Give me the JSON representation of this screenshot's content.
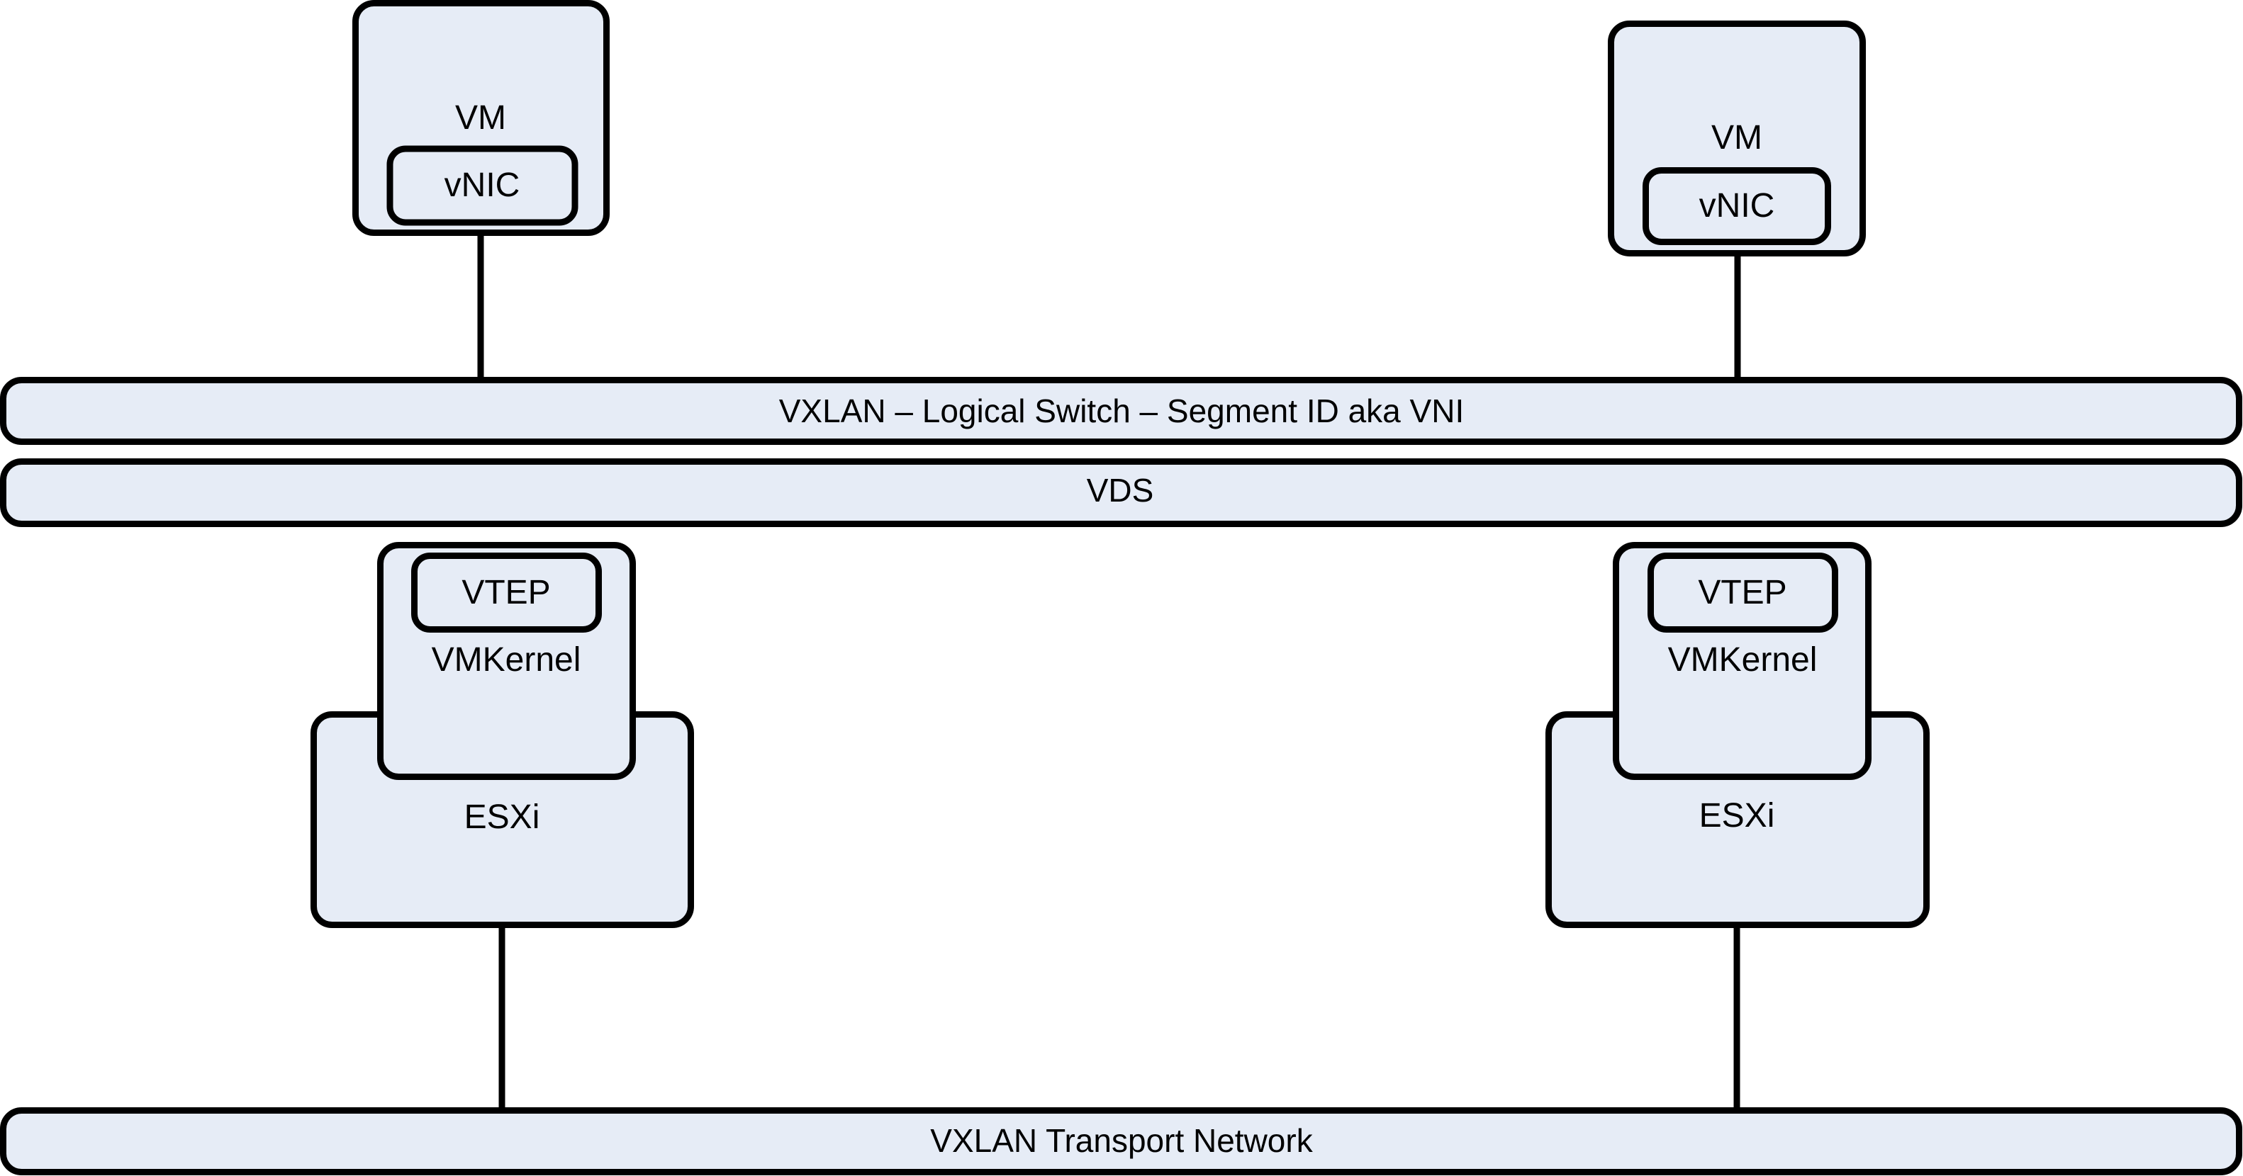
{
  "colors": {
    "fill": "#e6ecf6",
    "stroke": "#000000",
    "background": "#ffffff"
  },
  "hosts": [
    {
      "vm": {
        "label": "VM",
        "nic_label": "vNIC"
      },
      "vmkernel": {
        "label": "VMKernel",
        "vtep_label": "VTEP"
      },
      "esxi": {
        "label": "ESXi"
      }
    },
    {
      "vm": {
        "label": "VM",
        "nic_label": "vNIC"
      },
      "vmkernel": {
        "label": "VMKernel",
        "vtep_label": "VTEP"
      },
      "esxi": {
        "label": "ESXi"
      }
    }
  ],
  "layers": {
    "logical_switch": "VXLAN – Logical Switch – Segment ID aka VNI",
    "vds": "VDS",
    "transport_network": "VXLAN Transport Network"
  }
}
